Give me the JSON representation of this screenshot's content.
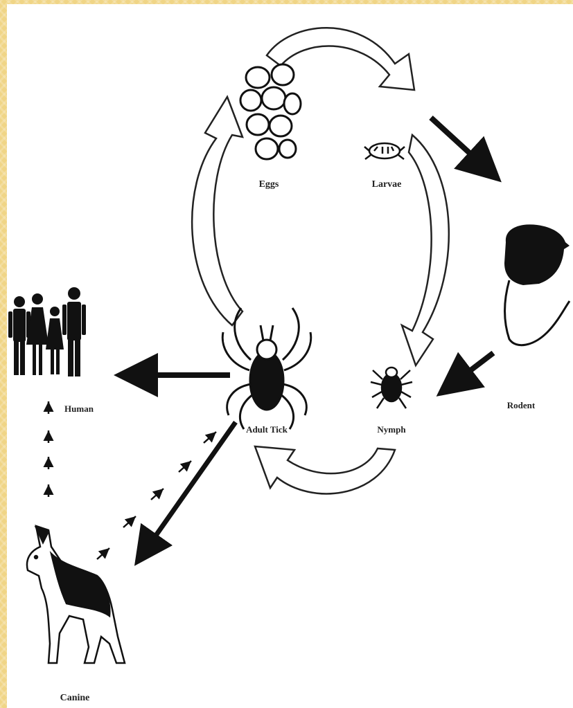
{
  "diagram": {
    "stages": {
      "eggs": "Eggs",
      "larvae": "Larvae",
      "nymph": "Nymph",
      "adult": "Adult Tick"
    },
    "hosts": {
      "rodent": "Rodent",
      "human": "Human",
      "canine": "Canine"
    }
  },
  "colors": {
    "frame": "#f0d586",
    "background": "#ffffff",
    "ink": "#111111"
  }
}
